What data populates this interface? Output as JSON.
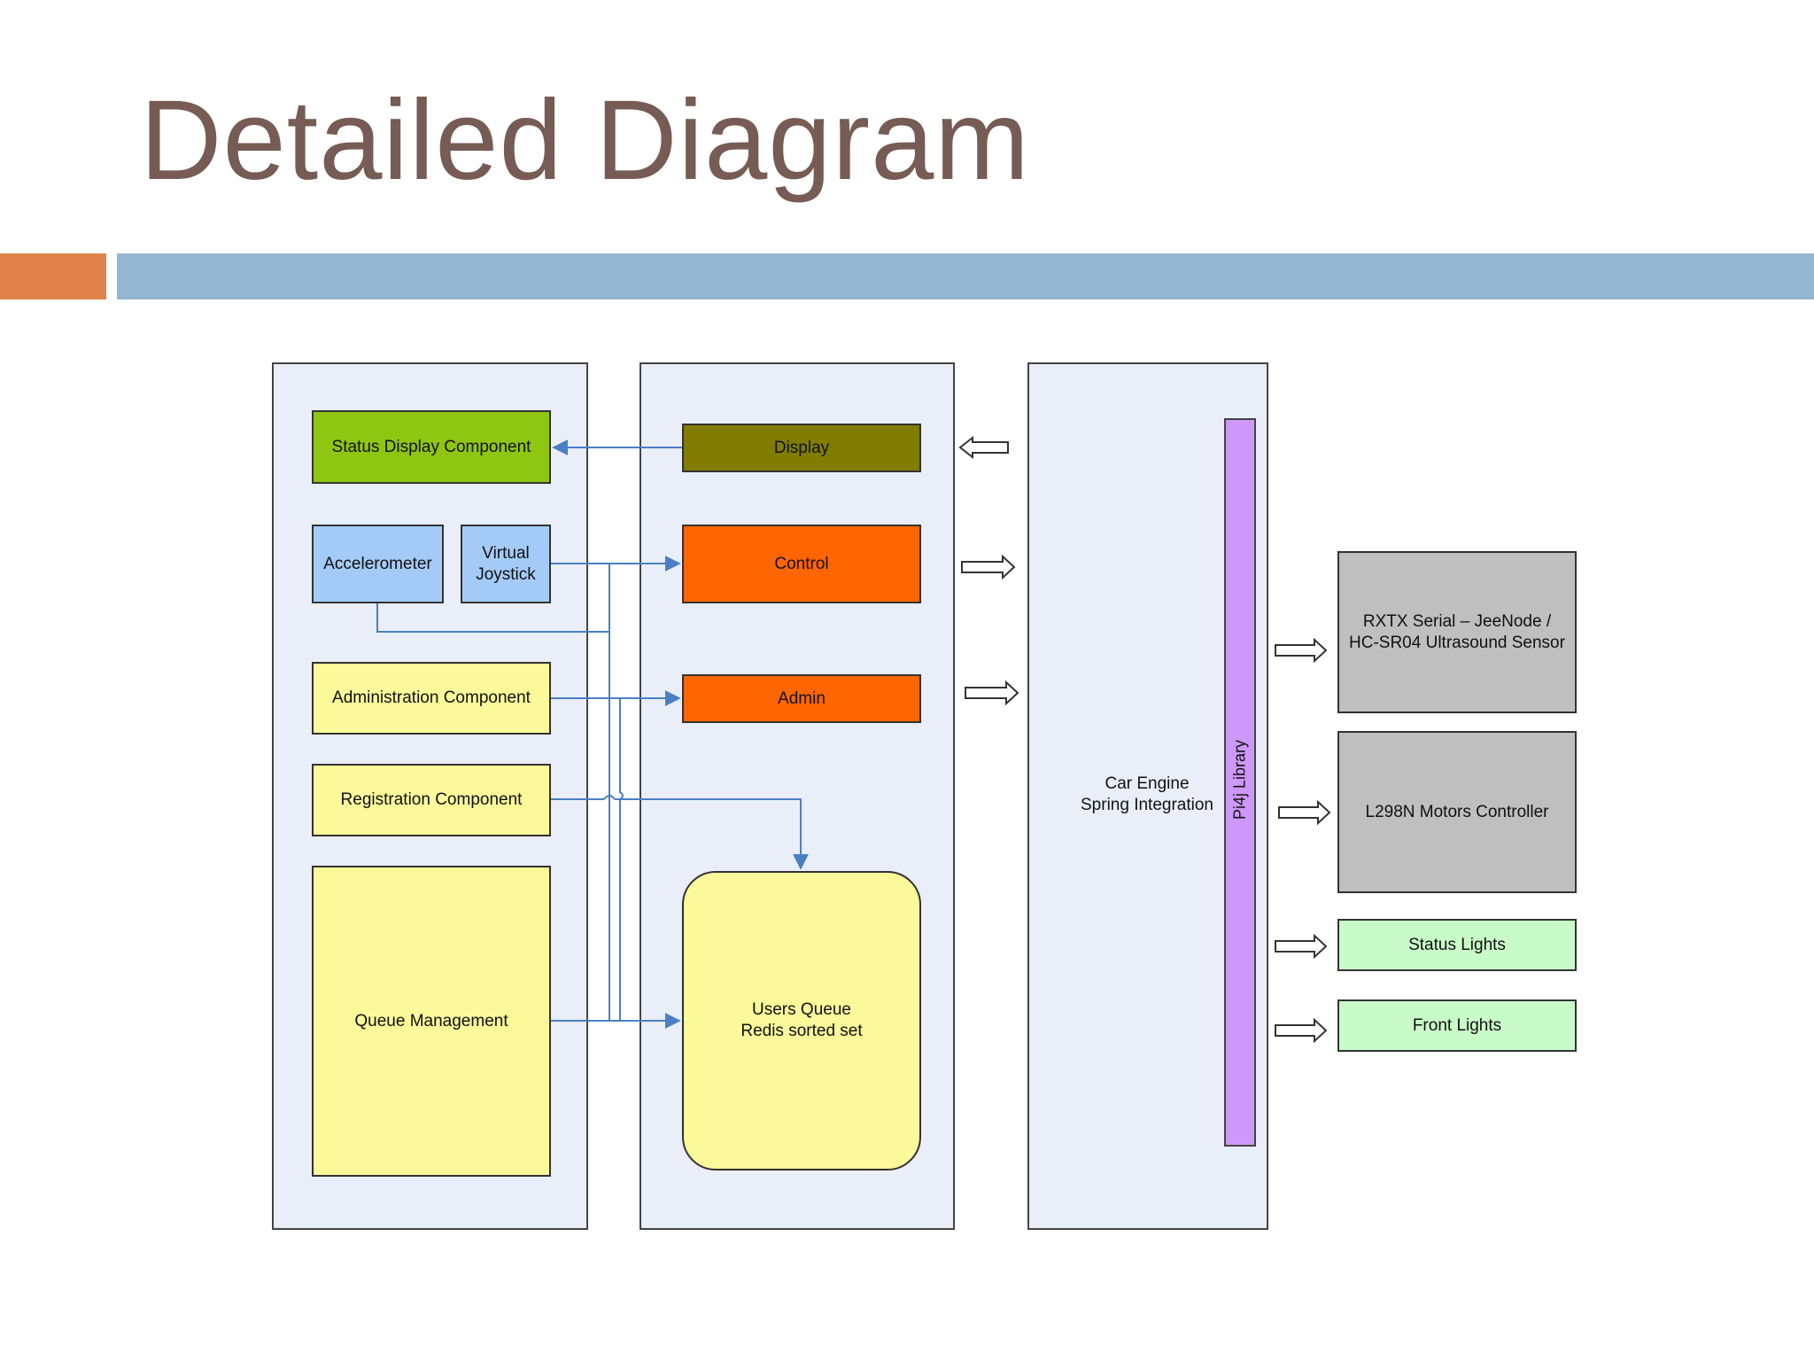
{
  "slide": {
    "title": "Detailed Diagram"
  },
  "diagram": {
    "left_panel": {
      "status_display": "Status Display Component",
      "accelerometer": "Accelerometer",
      "virtual_joystick": "Virtual Joystick",
      "administration": "Administration Component",
      "registration": "Registration Component",
      "queue_management": "Queue Management"
    },
    "middle_panel": {
      "display": "Display",
      "control": "Control",
      "admin": "Admin",
      "users_queue": "Users Queue",
      "redis_sorted_set": "Redis sorted set"
    },
    "engine_panel": {
      "car_engine": "Car Engine",
      "spring_integration": "Spring Integration",
      "pi4j_library": "Pi4j Library"
    },
    "hardware": {
      "rxtx_serial": "RXTX Serial – JeeNode /",
      "ultrasound": "HC-SR04 Ultrasound Sensor",
      "motors": "L298N Motors Controller",
      "status_lights": "Status Lights",
      "front_lights": "Front Lights"
    },
    "colors": {
      "status_display": "#8ec611",
      "input_devices": "#a4cbf7",
      "components": "#fbf99a",
      "display": "#807d00",
      "control_admin": "#ff6500",
      "hardware_controllers": "#c0bfc0",
      "lights": "#c9fbc8",
      "library": "#cc99f8",
      "connector": "#4a7fc4"
    }
  }
}
